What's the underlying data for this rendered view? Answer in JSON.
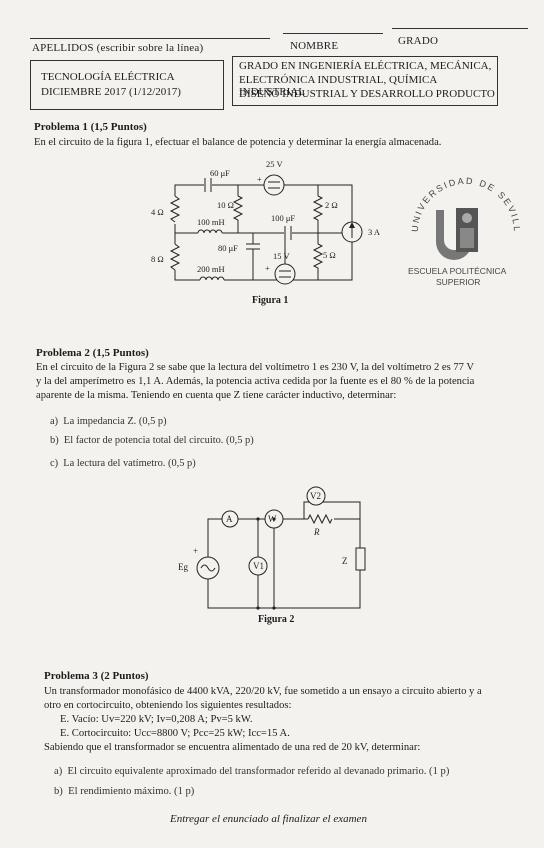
{
  "header": {
    "apellidos_label": "APELLIDOS (escribir sobre la línea)",
    "nombre_label": "NOMBRE",
    "grado_label": "GRADO",
    "subject_line1": "TECNOLOGÍA ELÉCTRICA",
    "subject_line2": "DICIEMBRE 2017 (1/12/2017)",
    "degree_line1": "GRADO EN INGENIERÍA ELÉCTRICA, MECÁNICA,",
    "degree_line2": "ELECTRÓNICA INDUSTRIAL, QUÍMICA INDUSTRIAL",
    "degree_line3": "DISEÑO INDUSTRIAL Y DESARROLLO PRODUCTO"
  },
  "problem1": {
    "title": "Problema 1 (1,5 Puntos)",
    "text": "En el circuito de la figura 1, efectuar el balance de potencia y determinar la energía almacenada.",
    "figure_caption": "Figura 1",
    "labels": {
      "c1": "60 μF",
      "v1": "25 V",
      "r1": "4 Ω",
      "r2": "10 Ω",
      "l1": "100 mH",
      "c2": "100 μF",
      "r3": "2 Ω",
      "c3": "80 μF",
      "i1": "3 A",
      "r4": "8 Ω",
      "v2": "15 V",
      "r5": "5 Ω",
      "l2": "200 mH",
      "plus": "+"
    }
  },
  "logo": {
    "arc_text": "UNIVERSIDAD DE SEVILLA",
    "line1": "ESCUELA POLITÉCNICA",
    "line2": "SUPERIOR"
  },
  "problem2": {
    "title": "Problema 2 (1,5 Puntos)",
    "line1": "En el circuito de la Figura 2 se sabe que la lectura del voltímetro 1 es 230 V, la del voltímetro 2 es 77 V",
    "line2": "y la del amperímetro es 1,1 A. Además, la potencia activa cedida por la fuente es el 80 % de la potencia",
    "line3": "aparente de la misma. Teniendo en cuenta que Z tiene carácter inductivo, determinar:",
    "items": [
      {
        "letter": "a)",
        "text": "La impedancia Z. (0,5 p)"
      },
      {
        "letter": "b)",
        "text": "El factor de potencia total del circuito. (0,5 p)"
      },
      {
        "letter": "c)",
        "text": "La lectura del vatímetro. (0,5 p)"
      }
    ],
    "figure_caption": "Figura 2",
    "labels": {
      "ammeter": "A",
      "wattmeter": "W",
      "v1": "V1",
      "v2": "V2",
      "r": "R",
      "z": "Z",
      "source": "Eg",
      "plus": "+"
    }
  },
  "problem3": {
    "title": "Problema 3 (2 Puntos)",
    "line1": "Un transformador monofásico de 4400 kVA, 220/20 kV, fue sometido a un ensayo a circuito abierto y a",
    "line2": "otro en cortocircuito, obteniendo los siguientes resultados:",
    "test1": "E. Vacío: Uv=220 kV; Iv=0,208 A; Pv=5 kW.",
    "test2": "E. Cortocircuito: Ucc=8800 V; Pcc=25 kW; Icc=15 A.",
    "line3": "Sabiendo que el transformador se encuentra alimentado de una red de 20 kV, determinar:",
    "items": [
      {
        "letter": "a)",
        "text": "El circuito equivalente aproximado del transformador referido al devanado primario. (1 p)"
      },
      {
        "letter": "b)",
        "text": "El rendimiento máximo. (1 p)"
      }
    ]
  },
  "footer": {
    "note": "Entregar el enunciado al finalizar el examen"
  }
}
